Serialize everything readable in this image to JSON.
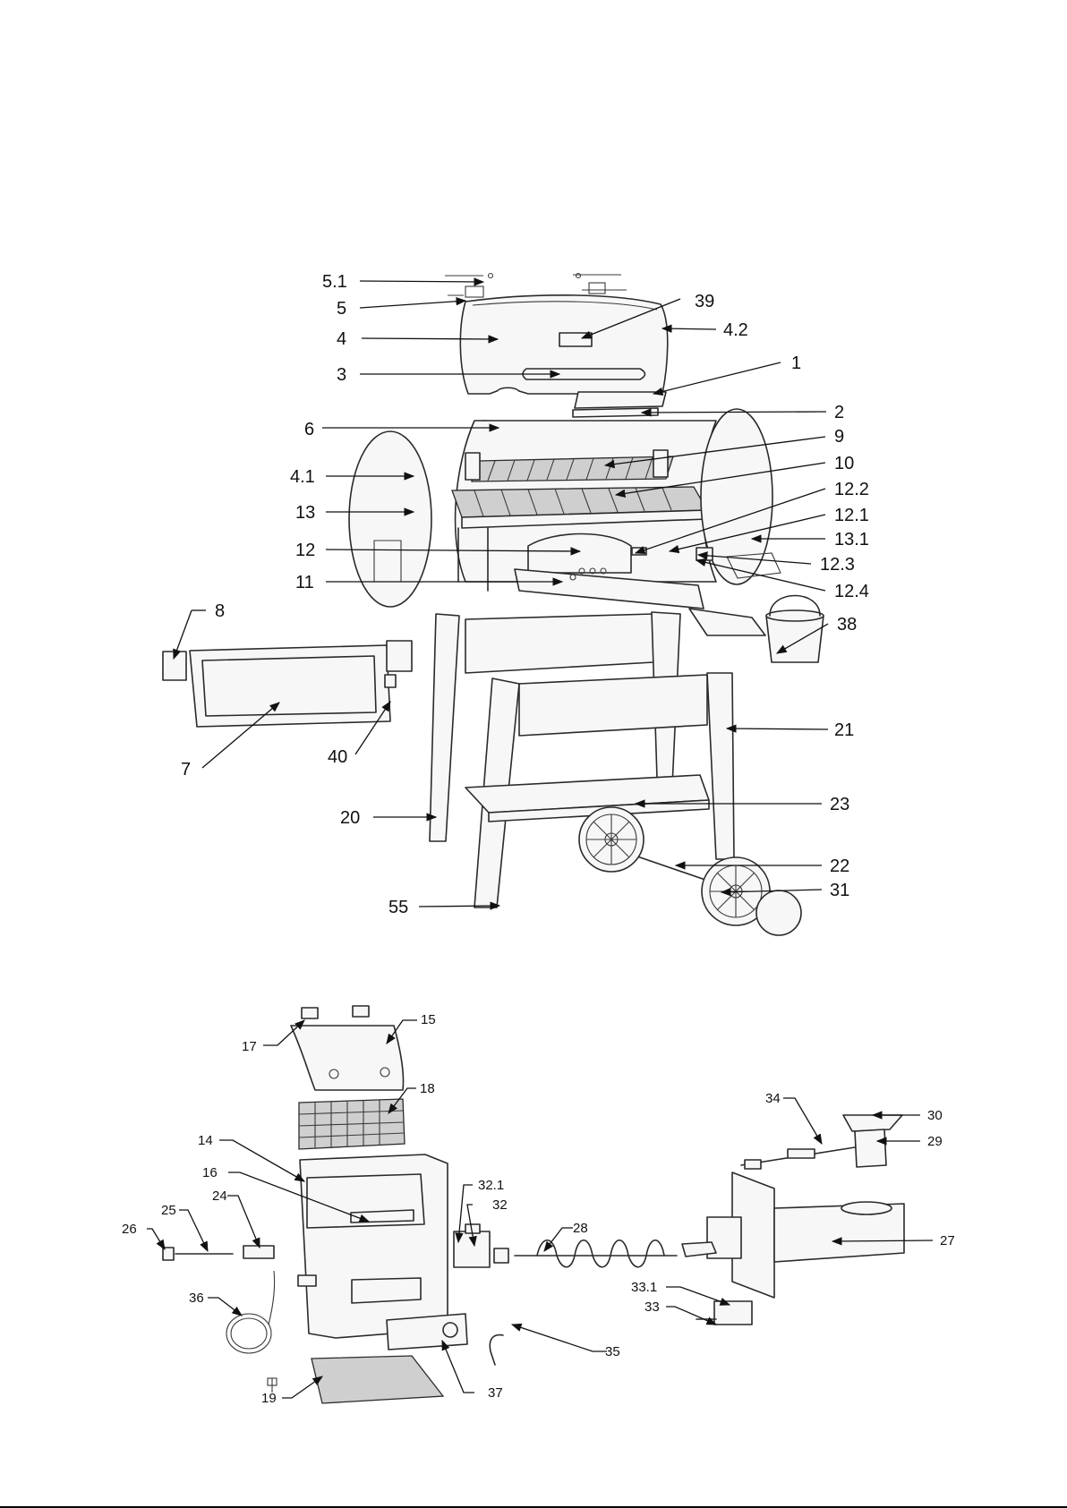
{
  "figure_top": {
    "labels": [
      "5.1",
      "5",
      "4",
      "3",
      "39",
      "4.2",
      "1",
      "2",
      "6",
      "9",
      "4.1",
      "10",
      "13",
      "12.2",
      "12.1",
      "13.1",
      "12",
      "12.3",
      "11",
      "12.4",
      "8",
      "38",
      "7",
      "40",
      "21",
      "23",
      "20",
      "22",
      "31",
      "55"
    ]
  },
  "figure_bottom": {
    "labels": [
      "15",
      "17",
      "18",
      "14",
      "34",
      "30",
      "29",
      "16",
      "32.1",
      "32",
      "24",
      "25",
      "26",
      "28",
      "27",
      "33.1",
      "36",
      "33",
      "35",
      "37",
      "19"
    ]
  }
}
